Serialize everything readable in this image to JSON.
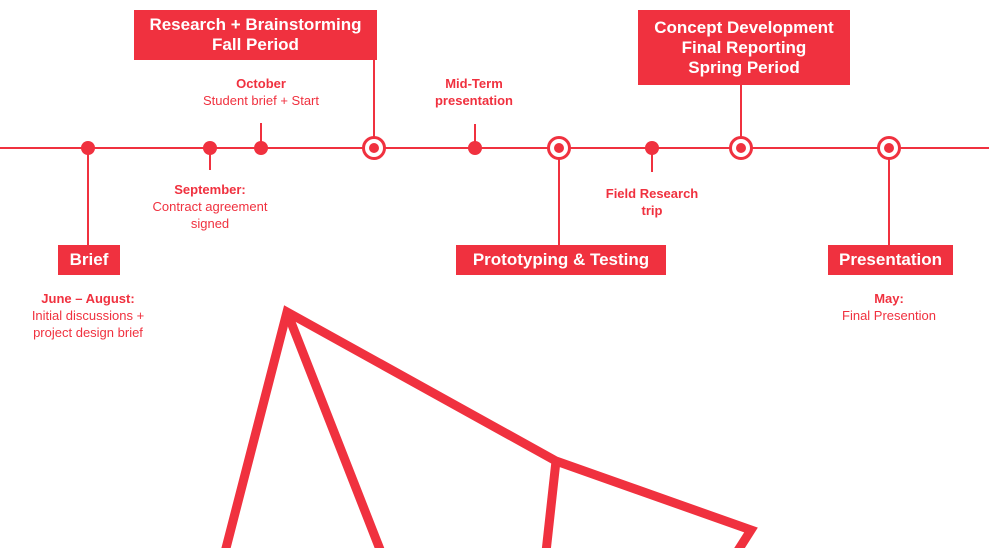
{
  "colors": {
    "accent": "#f0313f",
    "background": "#ffffff"
  },
  "phases": {
    "brief": "Brief",
    "research": [
      "Research + Brainstorming",
      "Fall Period"
    ],
    "prototyping": "Prototyping & Testing",
    "concept": [
      "Concept Development",
      "Final Reporting",
      "Spring Period"
    ],
    "presentation": "Presentation"
  },
  "milestones": {
    "june_august": {
      "title": "June – August:",
      "lines": [
        "Initial discussions +",
        "project design brief"
      ]
    },
    "september": {
      "title": "September:",
      "lines": [
        "Contract agreement",
        "signed"
      ]
    },
    "october": {
      "title": "October",
      "lines": [
        "Student brief + Start"
      ]
    },
    "midterm": {
      "title_lines": [
        "Mid-Term",
        "presentation"
      ]
    },
    "field_research": {
      "title_lines": [
        "Field Research",
        "trip"
      ]
    },
    "may": {
      "title": "May:",
      "lines": [
        "Final Presention"
      ]
    }
  }
}
